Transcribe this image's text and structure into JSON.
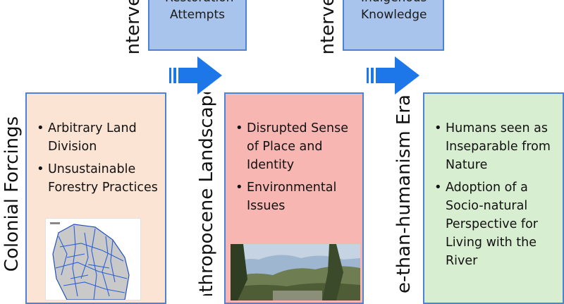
{
  "interventions": [
    {
      "label_visible": "Interve",
      "box_text": "Restoration Attempts"
    },
    {
      "label_visible": "Interve",
      "box_text": "Indigenous Knowledge"
    }
  ],
  "stages": [
    {
      "label": "Colonial Forcings",
      "bullets": [
        "Arbitrary Land Division",
        "Unsustainable Forestry Practices"
      ],
      "color": "#fbe4d4"
    },
    {
      "label": "nthropocene Landscape",
      "bullets": [
        "Disrupted Sense of Place and Identity",
        "Environmental Issues"
      ],
      "color": "#f8b6b3"
    },
    {
      "label": "e-than-humanism Era",
      "bullets": [
        "Humans seen as Inseparable from Nature",
        "Adoption of a Socio-natural Perspective for Living with the River"
      ],
      "color": "#d8eed0"
    }
  ],
  "colors": {
    "border": "#4c82d8",
    "topbox_fill": "#a9c4ec",
    "arrow": "#1e77e8"
  },
  "images": [
    {
      "name": "map",
      "icon": "map-network-image"
    },
    {
      "name": "photo",
      "icon": "landscape-photo"
    }
  ]
}
